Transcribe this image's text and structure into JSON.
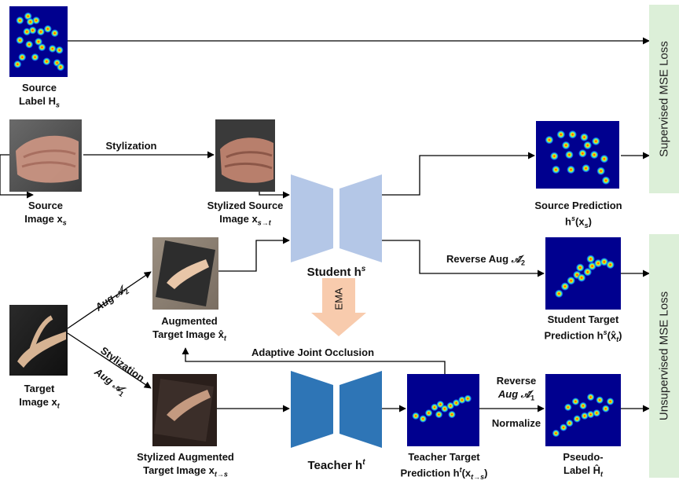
{
  "labels": {
    "source_label_1": "Source",
    "source_label_2": "Label H",
    "source_label_sub": "s",
    "source_image_1": "Source",
    "source_image_2": "Image x",
    "source_image_sub": "s",
    "stylization_top": "Stylization",
    "stylized_source_1": "Stylized Source",
    "stylized_source_2": "Image x",
    "stylized_source_sub": "s→t",
    "student": "Student h",
    "student_sup": "s",
    "source_prediction_1": "Source Prediction",
    "source_prediction_2": "h",
    "source_prediction_sup": "s",
    "source_prediction_arg": "(x",
    "source_prediction_arg_sub": "s",
    "source_prediction_close": ")",
    "reverse_aug_2": "Reverse Aug",
    "reverse_aug_2_sym": "𝒜̃",
    "reverse_aug_2_sub": "2",
    "aug_a2": "Aug 𝒜",
    "aug_a2_sub": "2",
    "augmented_target_1": "Augmented",
    "augmented_target_2": "Target Image x̂",
    "augmented_target_sub": "t",
    "ema": "EMA",
    "student_target_1": "Student Target",
    "student_target_2": "Prediction h",
    "student_target_sup": "s",
    "student_target_arg": "(x̂",
    "student_target_arg_sub": "t",
    "student_target_close": ")",
    "adaptive_joint_occlusion": "Adaptive Joint Occlusion",
    "target_image_1": "Target",
    "target_image_2": "Image x",
    "target_image_sub": "t",
    "stylization_diag": "Stylization",
    "aug_a1": "Aug 𝒜",
    "aug_a1_sub": "1",
    "teacher": "Teacher h",
    "teacher_sup": "t",
    "teacher_target_1": "Teacher Target",
    "teacher_target_2": "Prediction h",
    "teacher_target_sup": "t",
    "teacher_target_arg": "(x",
    "teacher_target_arg_sub": "t→s",
    "teacher_target_close": ")",
    "reverse_1": "Reverse",
    "reverse_aug_1": "Aug 𝒜̃",
    "reverse_aug_1_sub": "1",
    "normalize": "Normalize",
    "pseudo_label_1": "Pseudo-",
    "pseudo_label_2": "Label Ĥ",
    "pseudo_label_sub": "t",
    "stylized_augmented_1": "Stylized Augmented",
    "stylized_augmented_2": "Target Image x",
    "stylized_augmented_sub": "t→s",
    "supervised_loss": "Supervised MSE Loss",
    "unsupervised_loss": "Unsupervised MSE Loss"
  },
  "colors": {
    "student_net": "#b4c7e7",
    "teacher_net": "#2e75b6",
    "ema_arrow": "#f8cbad",
    "loss_band": "#dcefd8",
    "heatmap_bg": "#00008f"
  },
  "heatmaps": {
    "source_label": [
      [
        0.18,
        0.2
      ],
      [
        0.32,
        0.14
      ],
      [
        0.46,
        0.2
      ],
      [
        0.4,
        0.34
      ],
      [
        0.54,
        0.36
      ],
      [
        0.66,
        0.32
      ],
      [
        0.78,
        0.38
      ],
      [
        0.3,
        0.36
      ],
      [
        0.18,
        0.48
      ],
      [
        0.34,
        0.54
      ],
      [
        0.56,
        0.58
      ],
      [
        0.74,
        0.6
      ],
      [
        0.86,
        0.62
      ],
      [
        0.22,
        0.72
      ],
      [
        0.44,
        0.72
      ],
      [
        0.64,
        0.78
      ],
      [
        0.82,
        0.8
      ],
      [
        0.14,
        0.82
      ],
      [
        0.5,
        0.5
      ],
      [
        0.36,
        0.22
      ],
      [
        0.88,
        0.86
      ]
    ],
    "source_pred": [
      [
        0.16,
        0.28
      ],
      [
        0.3,
        0.2
      ],
      [
        0.44,
        0.2
      ],
      [
        0.58,
        0.24
      ],
      [
        0.72,
        0.3
      ],
      [
        0.22,
        0.52
      ],
      [
        0.4,
        0.5
      ],
      [
        0.56,
        0.48
      ],
      [
        0.7,
        0.5
      ],
      [
        0.82,
        0.56
      ],
      [
        0.24,
        0.72
      ],
      [
        0.42,
        0.72
      ],
      [
        0.6,
        0.7
      ],
      [
        0.78,
        0.74
      ],
      [
        0.84,
        0.88
      ],
      [
        0.36,
        0.36
      ],
      [
        0.62,
        0.36
      ]
    ],
    "student_target": [
      [
        0.18,
        0.78
      ],
      [
        0.26,
        0.68
      ],
      [
        0.34,
        0.6
      ],
      [
        0.42,
        0.52
      ],
      [
        0.48,
        0.56
      ],
      [
        0.56,
        0.48
      ],
      [
        0.62,
        0.4
      ],
      [
        0.7,
        0.36
      ],
      [
        0.78,
        0.34
      ],
      [
        0.86,
        0.38
      ],
      [
        0.6,
        0.3
      ],
      [
        0.46,
        0.42
      ]
    ],
    "teacher_target": [
      [
        0.12,
        0.58
      ],
      [
        0.22,
        0.62
      ],
      [
        0.3,
        0.54
      ],
      [
        0.38,
        0.46
      ],
      [
        0.46,
        0.42
      ],
      [
        0.52,
        0.48
      ],
      [
        0.6,
        0.44
      ],
      [
        0.68,
        0.4
      ],
      [
        0.76,
        0.36
      ],
      [
        0.84,
        0.34
      ],
      [
        0.44,
        0.56
      ],
      [
        0.62,
        0.56
      ]
    ],
    "pseudo_label": [
      [
        0.14,
        0.82
      ],
      [
        0.24,
        0.74
      ],
      [
        0.32,
        0.68
      ],
      [
        0.42,
        0.62
      ],
      [
        0.52,
        0.58
      ],
      [
        0.6,
        0.56
      ],
      [
        0.68,
        0.54
      ],
      [
        0.3,
        0.46
      ],
      [
        0.4,
        0.38
      ],
      [
        0.5,
        0.44
      ],
      [
        0.72,
        0.36
      ],
      [
        0.86,
        0.38
      ],
      [
        0.8,
        0.48
      ],
      [
        0.6,
        0.32
      ]
    ]
  }
}
